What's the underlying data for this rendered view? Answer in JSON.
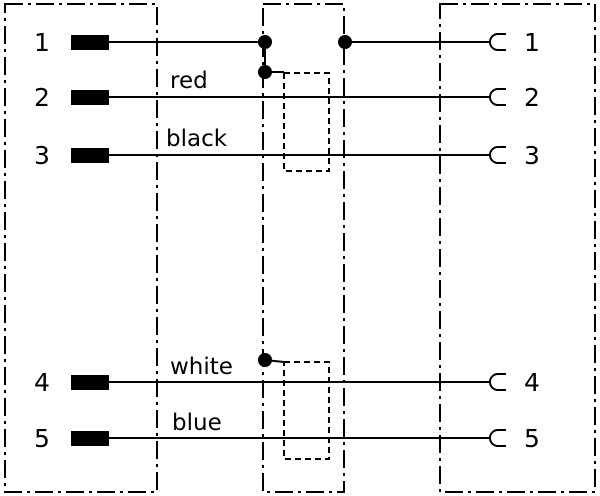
{
  "left_pins": [
    "1",
    "2",
    "3",
    "4",
    "5"
  ],
  "right_pins": [
    "1",
    "2",
    "3",
    "4",
    "5"
  ],
  "wire_labels": {
    "pin2": "red",
    "pin3": "black",
    "pin4": "white",
    "pin5": "blue"
  },
  "colors": {
    "line": "#000000",
    "background": "#ffffff"
  }
}
